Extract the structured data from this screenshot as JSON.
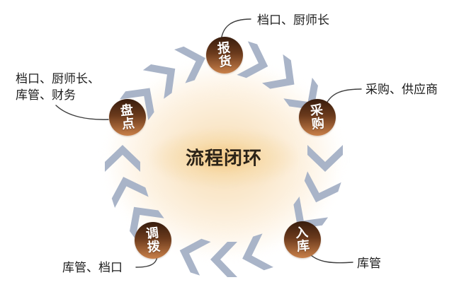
{
  "title": "流程闭环",
  "colors": {
    "chevron": "#a9b4c8",
    "node_gradient_top": "#371c0d",
    "node_gradient_mid": "#6b3a1c",
    "node_gradient_bottom": "#c98049",
    "node_text": "#ffffff",
    "title_text": "#2b2318",
    "annotation_text": "#1c1c1c",
    "connector_line": "#3d3d3d",
    "glow_center": "#f8e1bb",
    "halo": "#f2c680"
  },
  "nodes": [
    {
      "label": "报货",
      "annotation": "档口、厨师长"
    },
    {
      "label": "采购",
      "annotation": "采购、供应商"
    },
    {
      "label": "入库",
      "annotation": "库管"
    },
    {
      "label": "调拨",
      "annotation": "库管、档口"
    },
    {
      "label": "盘点",
      "annotation": "档口、厨师长、库管、财务"
    }
  ]
}
